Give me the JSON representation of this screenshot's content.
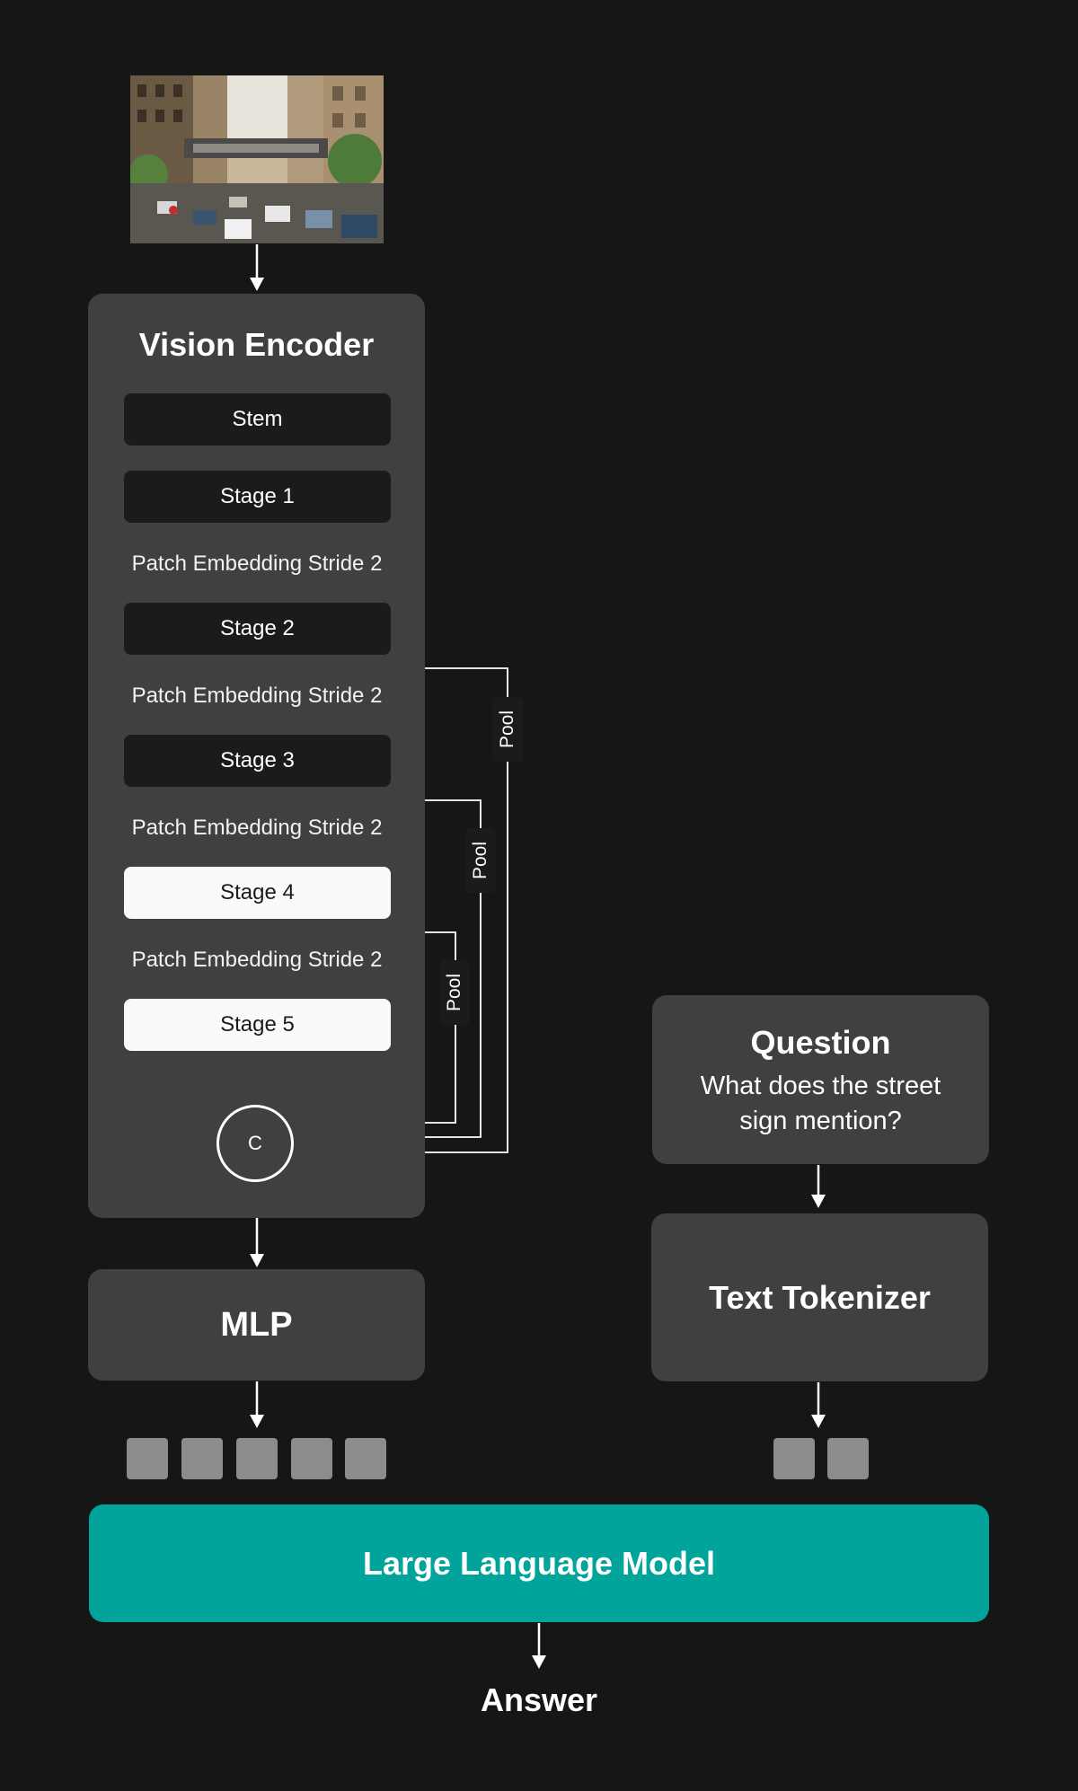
{
  "diagram": {
    "input_image": {
      "description_icon": "city-street-photo"
    },
    "vision_encoder": {
      "title": "Vision Encoder",
      "stem_label": "Stem",
      "stages": [
        "Stage 1",
        "Stage 2",
        "Stage 3",
        "Stage 4",
        "Stage 5"
      ],
      "patch_embedding_label": "Patch Embedding Stride 2",
      "pool_label": "Pool",
      "concat_label": "C"
    },
    "mlp": {
      "title": "MLP"
    },
    "question": {
      "title": "Question",
      "text_line1": "What does the street",
      "text_line2": "sign mention?"
    },
    "text_tokenizer": {
      "title": "Text Tokenizer"
    },
    "llm": {
      "title": "Large Language Model"
    },
    "answer": {
      "label": "Answer"
    },
    "colors": {
      "background": "#161616",
      "panel": "#404041",
      "dark_block": "#1b1b1c",
      "light_block": "#fafafa",
      "token": "#8c8c8f",
      "llm_accent": "#00a49a",
      "wire": "#ffffff",
      "pool_arrow": "#d0d0d0"
    }
  }
}
